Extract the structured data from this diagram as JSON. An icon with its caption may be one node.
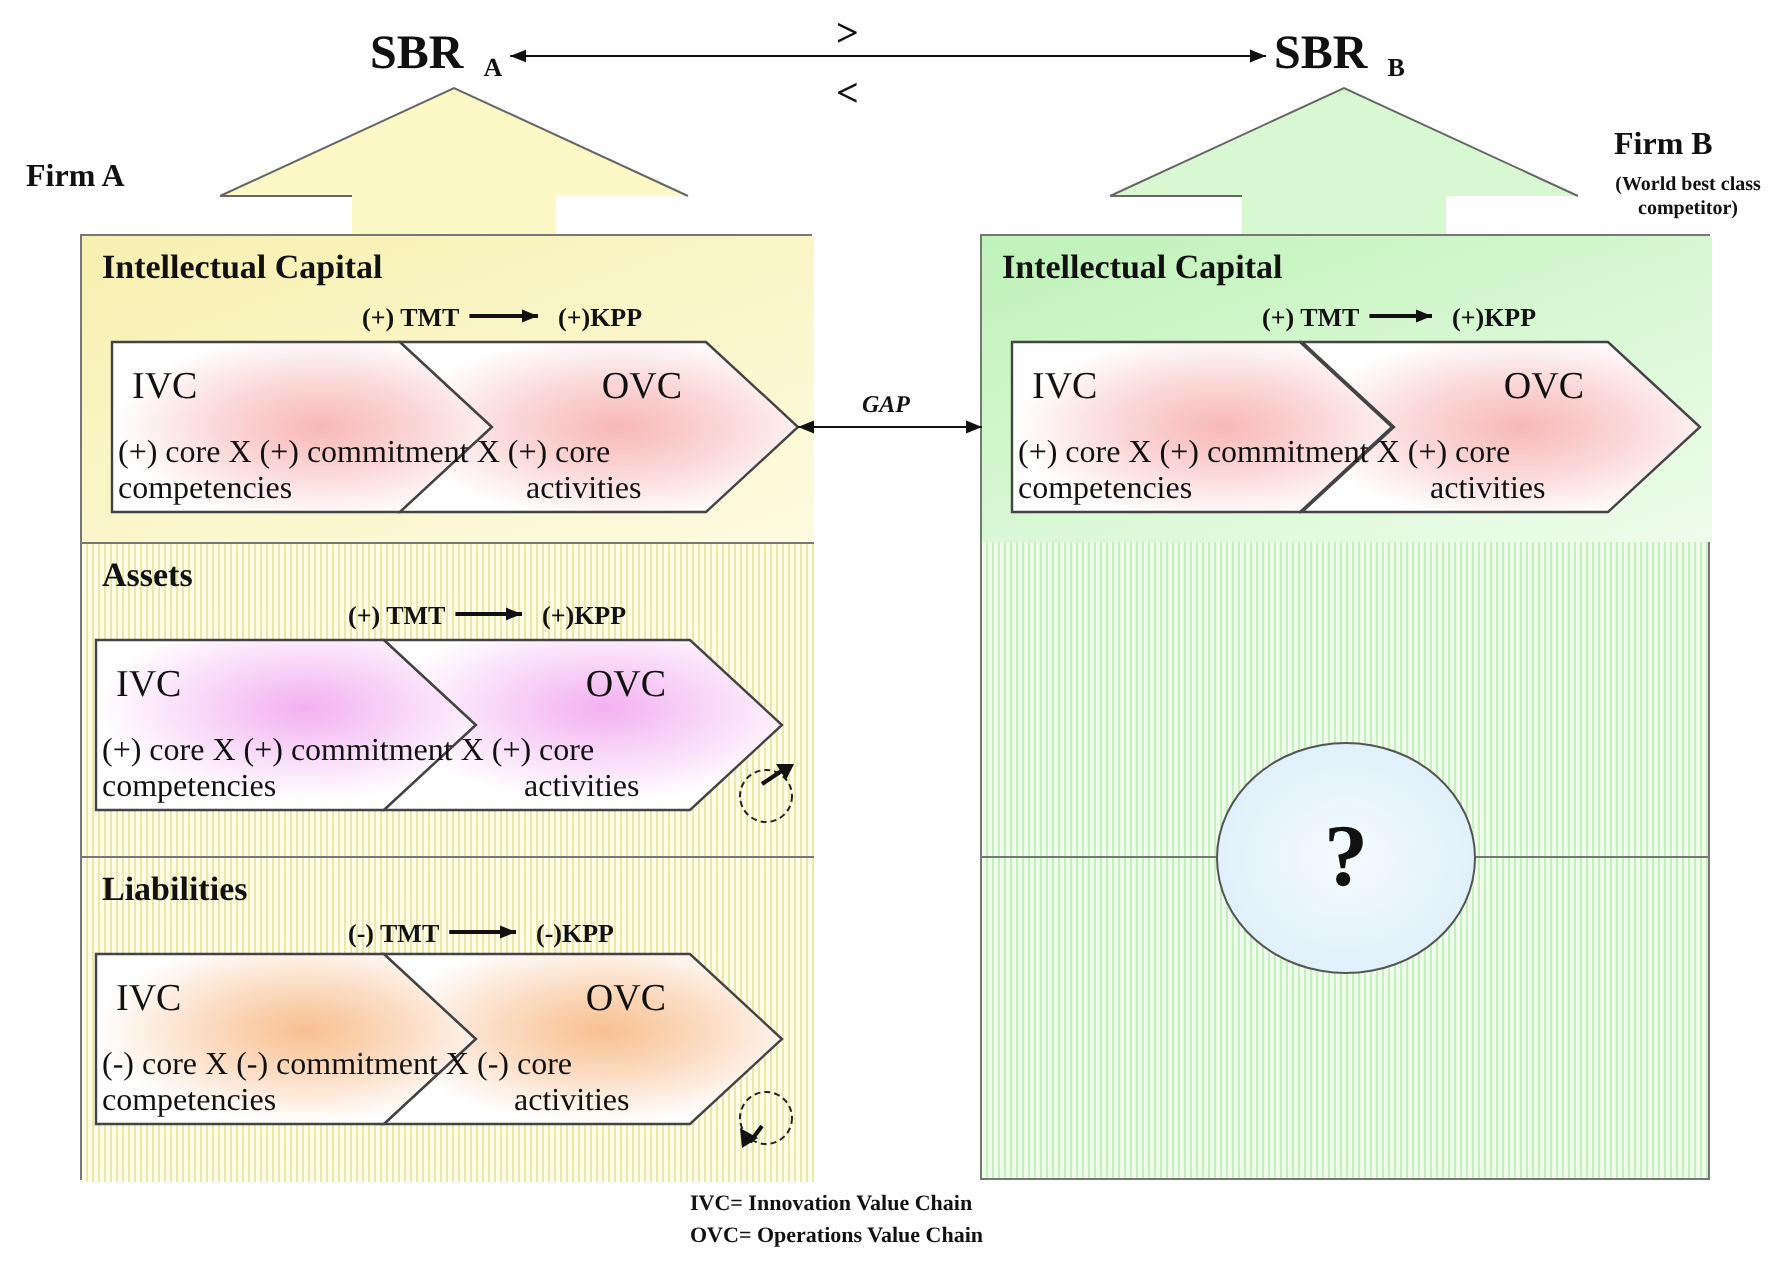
{
  "diagram": {
    "nodes": [
      {
        "text": [
          "SBR $_{A}$"
        ]
      },
      {
        "text": [
          "SBR $_{B}$"
        ]
      },
      {
        "text": [
          "Firm A"
        ]
      },
      {
        "text": [
          "Intellectual Capital"
        ],
        "in": 2
      },
      {
        "text": [
          "(+) TMT"
        ],
        "in": 3
      },
      {
        "text": [
          "(+)KPP"
        ],
        "in": 3
      },
      {
        "text": [
          "IVC"
        ],
        "in": 3
      },
      {
        "text": [
          "OVC"
        ],
        "in": 3
      },
      {
        "text": [
          "Assets"
        ],
        "in": 2
      },
      {
        "text": [
          "(+) TMT"
        ],
        "in": 8
      },
      {
        "text": [
          "(+)KPP"
        ],
        "in": 8
      },
      {
        "text": [
          "IVC"
        ],
        "in": 8
      },
      {
        "text": [
          "OVC"
        ],
        "in": 8
      },
      {
        "text": [
          "Liabilities"
        ],
        "in": 2
      },
      {
        "text": [
          "(-) TMT"
        ],
        "in": 13
      },
      {
        "text": [
          "(-)KPP"
        ],
        "in": 13
      },
      {
        "text": [
          "IVC"
        ],
        "in": 13
      },
      {
        "text": [
          "OVC"
        ],
        "in": 13
      },
      {
        "text": [
          "Firm B",
          "(World best class competitor)"
        ]
      },
      {
        "text": [
          "Intellectual Capital"
        ],
        "in": 18
      },
      {
        "text": [
          "(+) TMT"
        ],
        "in": 19
      },
      {
        "text": [
          "(+)KPP"
        ],
        "in": 19
      },
      {
        "text": [
          "IVC"
        ],
        "in": 19
      },
      {
        "text": [
          "OVC"
        ],
        "in": 19
      },
      {
        "text": [
          "?"
        ],
        "in": 18
      }
    ],
    "edges": [
      {
        "from": 0,
        "to": 1,
        "arrow": "both"
      },
      {
        "from": 4,
        "to": 5,
        "arrow": "to"
      },
      {
        "from": 9,
        "to": 10,
        "arrow": "to"
      },
      {
        "from": 14,
        "to": 15,
        "arrow": "to"
      },
      {
        "from": 20,
        "to": 21,
        "arrow": "to"
      },
      {
        "from": 7,
        "to": 19,
        "arrow": "both",
        "label": "GAP"
      },
      {
        "from": 2,
        "to": 0,
        "arrow": "to",
        "style": "thick",
        "color": "#fcf9c6"
      },
      {
        "from": 18,
        "to": 1,
        "arrow": "to",
        "style": "thick",
        "color": "#d8f8d2"
      }
    ],
    "labels": [
      ">",
      "<",
      "(+) core X (+) commitment X (+) core",
      "competencies",
      "activities",
      "(+) core X (+) commitment X (+) core",
      "competencies",
      "activities",
      "(-) core X (-) commitment X (-) core",
      "competencies",
      "activities",
      "(+) core X (+) commitment X (+) core",
      "competencies",
      "activities",
      "IVC= Innovation Value Chain",
      "OVC= Operations Value Chain"
    ]
  }
}
